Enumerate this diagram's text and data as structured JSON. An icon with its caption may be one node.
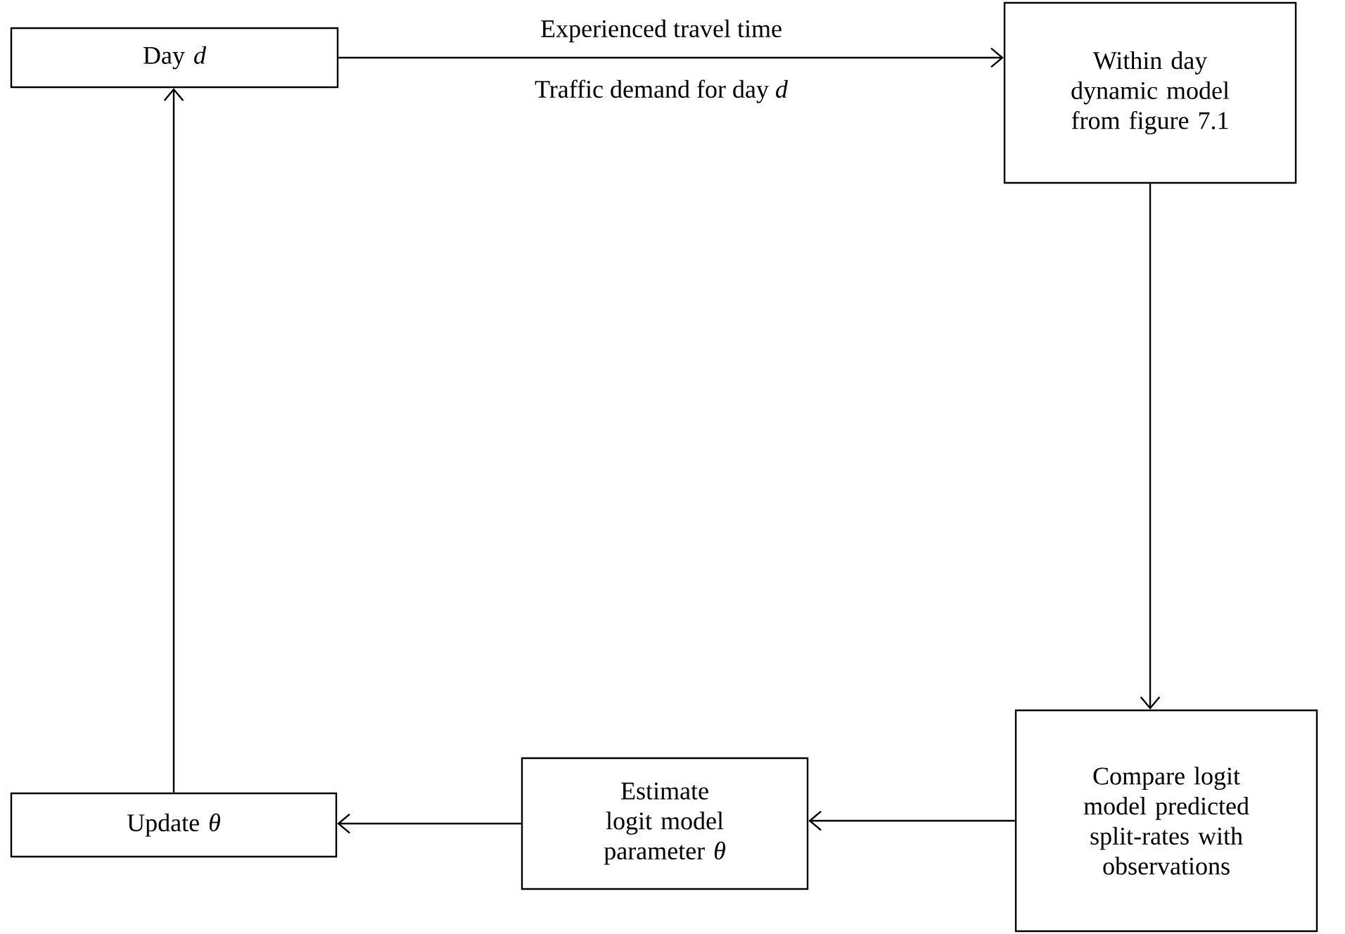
{
  "diagram": {
    "nodes": [
      {
        "text": [
          "Day *d*"
        ]
      },
      {
        "text": [
          "Within day dynamic model from figure 7.1"
        ]
      },
      {
        "text": [
          "Compare logit model predicted split-rates with observations"
        ]
      },
      {
        "text": [
          "Estimate logit model parameter *θ*"
        ]
      },
      {
        "text": [
          "Update *θ*"
        ]
      }
    ],
    "edges": [
      {
        "from": 0,
        "to": 1,
        "arrow": "to",
        "label": "Experienced travel time"
      },
      {
        "from": 1,
        "to": 2,
        "arrow": "to"
      },
      {
        "from": 2,
        "to": 3,
        "arrow": "to"
      },
      {
        "from": 3,
        "to": 4,
        "arrow": "to"
      },
      {
        "from": 4,
        "to": 0,
        "arrow": "to"
      }
    ],
    "labels": [
      "Traffic demand for day *d*"
    ]
  }
}
